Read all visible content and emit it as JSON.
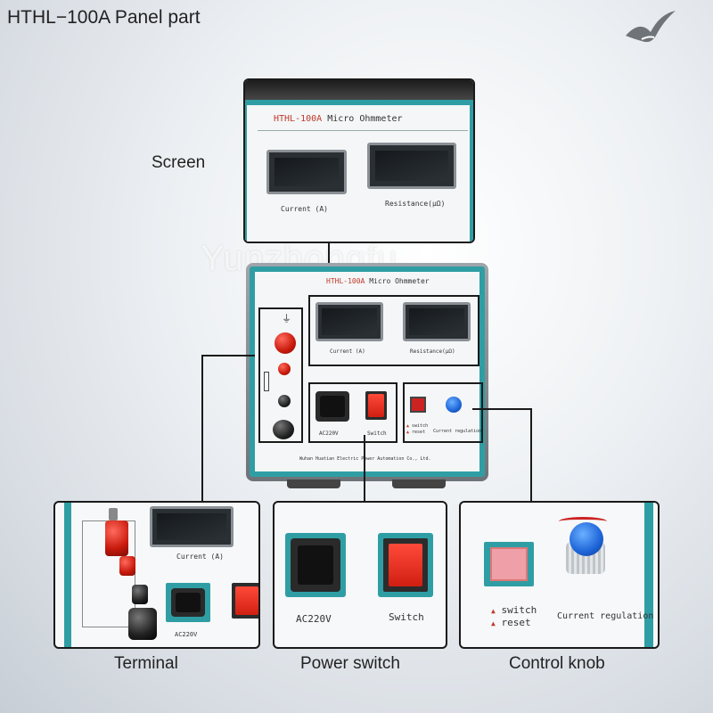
{
  "title": "HTHL−100A Panel part",
  "watermark": "Yunzhongfu",
  "captions": {
    "screen": "Screen",
    "terminal": "Terminal",
    "power_switch": "Power switch",
    "control_knob": "Control knob"
  },
  "device": {
    "brand": "HTHL-100A",
    "name": "Micro Ohmmeter",
    "current_label": "Current (A)",
    "resistance_label": "Resistance(μΩ)",
    "ac_label": "AC220V",
    "switch_label": "Switch",
    "switch_small": "switch",
    "reset_small": "reset",
    "current_regulation": "Current regulation",
    "manufacturer": "Wuhan Huatian Electric Power Automation Co., Ltd."
  },
  "colors": {
    "teal": "#2f9ea4",
    "red": "#d01f12",
    "knob_blue": "#1d64d8"
  },
  "icons": [
    "bird-icon",
    "ground-icon"
  ]
}
